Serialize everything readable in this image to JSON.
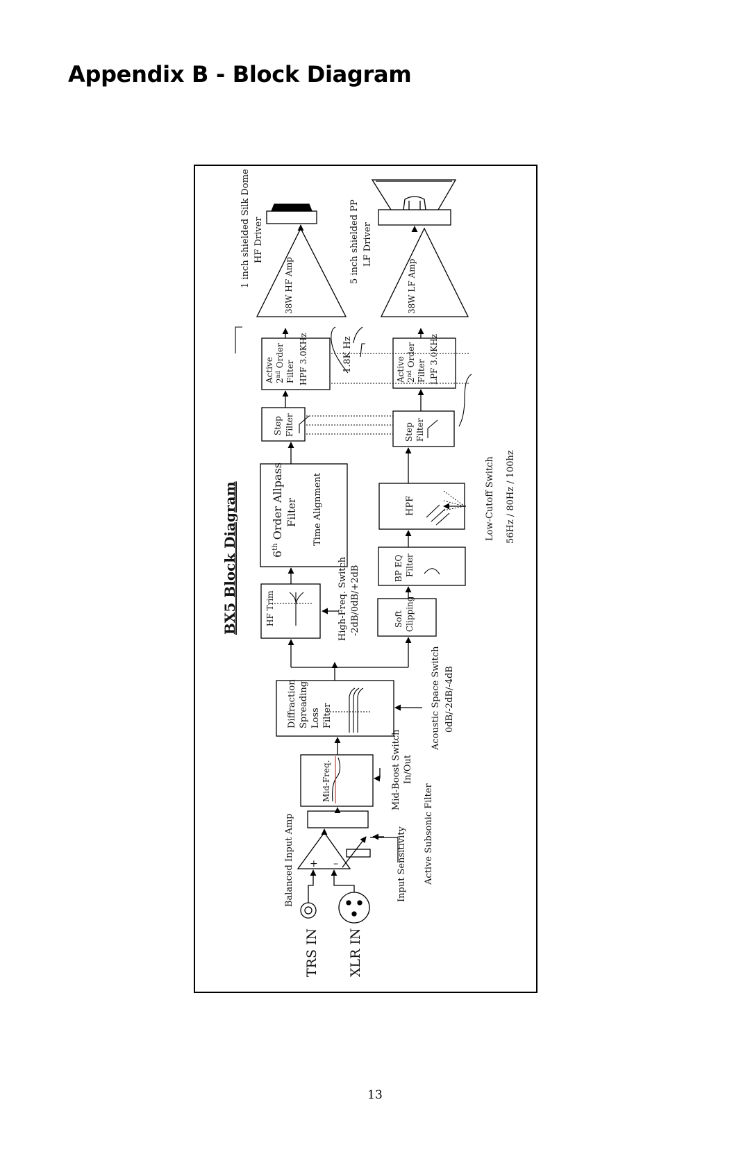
{
  "page": {
    "heading": "Appendix B - Block Diagram",
    "page_number": "13"
  },
  "diagram": {
    "title": "BX5 Block Diagram",
    "inputs": {
      "trs": "TRS IN",
      "xlr": "XLR IN"
    },
    "input_amp": "Balanced Input Amp",
    "amp_signs": {
      "plus": "+",
      "minus": "–"
    },
    "input_sensitivity": "Input Sensitivity",
    "subsonic": "Active Subsonic Filter",
    "mid_freq": "Mid-Freq.",
    "mid_boost": [
      "Mid-Boost Switch",
      "In/Out"
    ],
    "diffraction": [
      "Diffraction",
      "Spreading",
      "Loss",
      "Filter"
    ],
    "acoustic_space": [
      "Acoustic Space Switch",
      "0dB/-2dB/-4dB"
    ],
    "hf_trim": "HF Trim",
    "high_freq_switch": [
      "High-Freq. Switch",
      "-2dB/0dB/+2dB"
    ],
    "allpass": {
      "prefix": "6",
      "sup": "th",
      "main": " Order Allpass",
      "line2": "Filter",
      "line3": "Time Alignment"
    },
    "step_filter": [
      "Step",
      "Filter"
    ],
    "hf_crossover": {
      "l1": "Active",
      "l2a": "2",
      "l2sup": "nd",
      "l2b": " Order",
      "l3": "Filter",
      "l4": "HPF 3.0KHz"
    },
    "lf_crossover": {
      "l1": "Active",
      "l2a": "2",
      "l2sup": "nd",
      "l2b": " Order",
      "l3": "Filter",
      "l4": "LPF 3.0KHz"
    },
    "crossover_point": "1.8K Hz",
    "hf_amp": "38W HF Amp",
    "lf_amp": "38W LF Amp",
    "hf_driver": [
      "1 inch shielded Silk Dome",
      "HF Driver"
    ],
    "lf_driver": [
      "5 inch  shielded  PP",
      "LF Driver"
    ],
    "soft_clipping": [
      "Soft",
      "Clipping"
    ],
    "bp_eq": [
      "BP EQ",
      "Filter"
    ],
    "hpf": "HPF",
    "low_cutoff": [
      "Low-Cutoff Switch",
      "56Hz / 80Hz / 100hz"
    ]
  }
}
